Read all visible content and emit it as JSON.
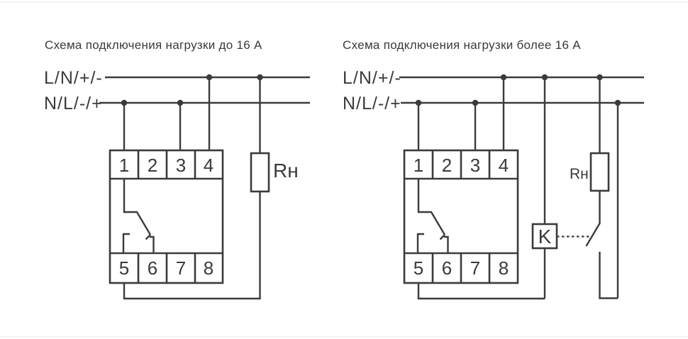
{
  "colors": {
    "background": "#ffffff",
    "line_color": "#3b3b3d",
    "text_color": "#3a3a3a"
  },
  "diagrams": [
    {
      "title": "Схема подключения нагрузки до 16 А",
      "bus_labels": [
        "L/N/+/-",
        "N/L/-/+"
      ],
      "terminals_top": [
        "1",
        "2",
        "3",
        "4"
      ],
      "terminals_bottom": [
        "5",
        "6",
        "7",
        "8"
      ],
      "load_label": "Rн"
    },
    {
      "title": "Схема подключения нагрузки более 16 А",
      "bus_labels": [
        "L/N/+/-",
        "N/L/-/+"
      ],
      "terminals_top": [
        "1",
        "2",
        "3",
        "4"
      ],
      "terminals_bottom": [
        "5",
        "6",
        "7",
        "8"
      ],
      "load_label": "Rн",
      "contactor_label": "K"
    }
  ]
}
